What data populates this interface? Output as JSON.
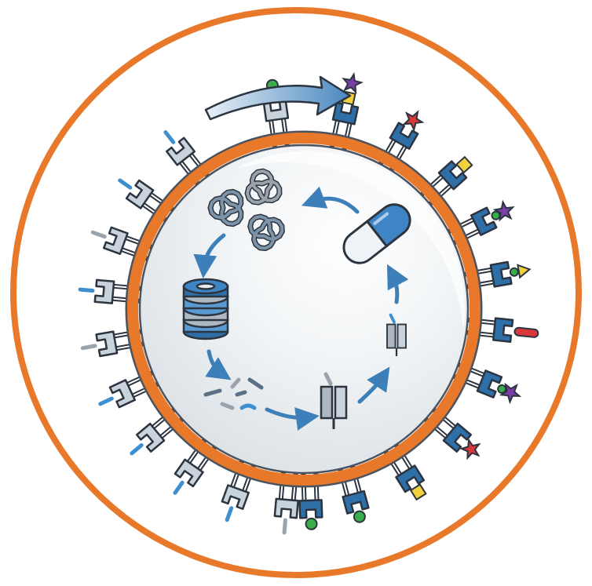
{
  "colors": {
    "outer_ring": "#E8792A",
    "membrane": "#E8792A",
    "membrane_edge": "#5a6470",
    "cytoplasm": "#e6eaee",
    "receptor_blue": "#2f6fa8",
    "receptor_gray": "#c9d3dc",
    "outline": "#2c3440",
    "arrow": "#3d7fb8",
    "pill_blue": "#3f84c4",
    "pill_white": "#eef3f8"
  },
  "left_receptors": {
    "style": "unbound-gray",
    "count": 10,
    "stub_colors": [
      "#3d8fd0",
      "#3d8fd0",
      "#9aa3ab",
      "#3d8fd0",
      "#9aa3ab",
      "#3d8fd0",
      "#3d8fd0",
      "#3d8fd0",
      "#3d8fd0",
      "#9aa3ab"
    ]
  },
  "right_receptors": {
    "style": "bound-blue",
    "ligands": [
      "green-circles",
      "yellow-square-purple-star",
      "red-star",
      "yellow-square",
      "purple-star",
      "yellow-triangle",
      "red-bar",
      "purple-star",
      "red-star",
      "yellow-square",
      "green-circle"
    ]
  },
  "cycle_stages": [
    "receptor-internalized",
    "drug-capsule",
    "misfolded-protein-aggregates",
    "proteasome",
    "peptide-fragments",
    "new-receptor"
  ]
}
